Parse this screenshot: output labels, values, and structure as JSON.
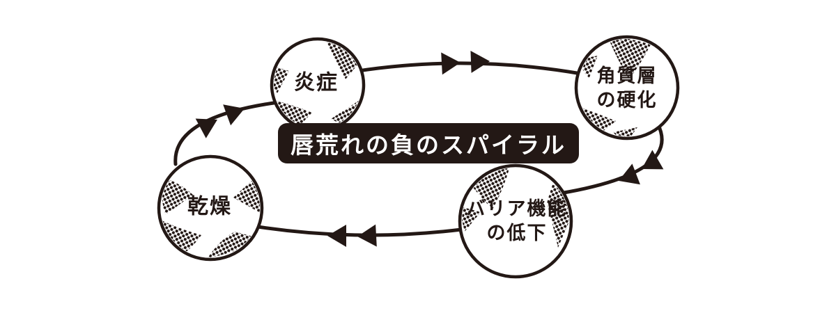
{
  "diagram": {
    "title": "唇荒れの負のスパイラル",
    "nodes": [
      {
        "id": "inflammation",
        "lines": [
          "炎症"
        ]
      },
      {
        "id": "keratin-hardening",
        "lines": [
          "角質層",
          "の硬化"
        ]
      },
      {
        "id": "barrier-decline",
        "lines": [
          "バリア機能",
          "の低下"
        ]
      },
      {
        "id": "dryness",
        "lines": [
          "乾燥"
        ]
      }
    ],
    "flow_order": "炎症 → 角質層の硬化 → バリア機能の低下 → 乾燥 → 炎症（循環）",
    "colors": {
      "ink": "#231815",
      "background": "#ffffff"
    }
  }
}
